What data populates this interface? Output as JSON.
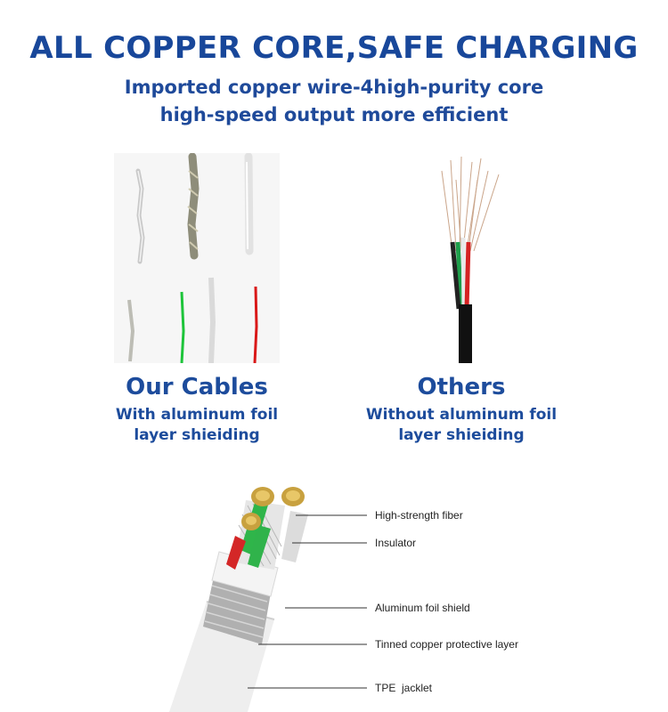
{
  "header": {
    "title": "ALL COPPER CORE,SAFE CHARGING",
    "subtitle_line1": "Imported copper wire-4high-purity core",
    "subtitle_line2": "high-speed output more efficient"
  },
  "comparison": {
    "ours": {
      "title": "Our Cables",
      "desc_line1": "With aluminum foil",
      "desc_line2": "layer shieiding"
    },
    "others": {
      "title": "Others",
      "desc_line1": "Without aluminum foil",
      "desc_line2": "layer shieiding"
    }
  },
  "diagram": {
    "labels": [
      "High-strength fiber",
      "Insulator",
      "Aluminum foil shield",
      "Tinned copper protective layer",
      "TPE  jacklet"
    ]
  }
}
